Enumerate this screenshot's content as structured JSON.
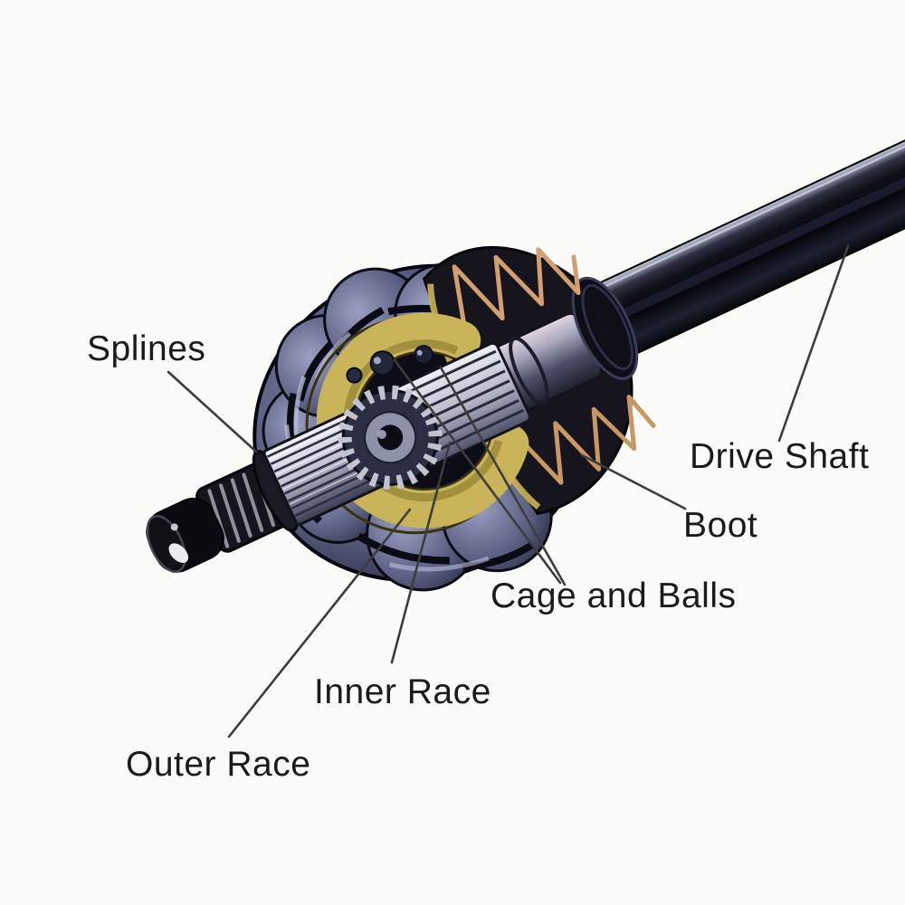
{
  "figure": {
    "subject": "cv-axle-joint-cutaway-diagram",
    "background_color": "#fbfbf9",
    "label_text_color": "#1b1b1b",
    "leader_line_color": "#3d3d3d",
    "part_colors": {
      "cage_yellow": "#c9b45a",
      "cage_shadow_olive": "#9a8938",
      "metal_slate": "#595e80",
      "metal_highlight": "#b8bdda",
      "metal_dark": "#14151f",
      "boot_rubber_dark": "#16141c",
      "boot_trim_tan": "#d2a070",
      "shaft_black": "#05060c"
    },
    "callouts": [
      {
        "id": "splines",
        "label": "Splines"
      },
      {
        "id": "drive-shaft",
        "label": "Drive Shaft"
      },
      {
        "id": "boot",
        "label": "Boot"
      },
      {
        "id": "cage-and-balls",
        "label": "Cage and Balls"
      },
      {
        "id": "inner-race",
        "label": "Inner Race"
      },
      {
        "id": "outer-race",
        "label": "Outer Race"
      }
    ]
  }
}
